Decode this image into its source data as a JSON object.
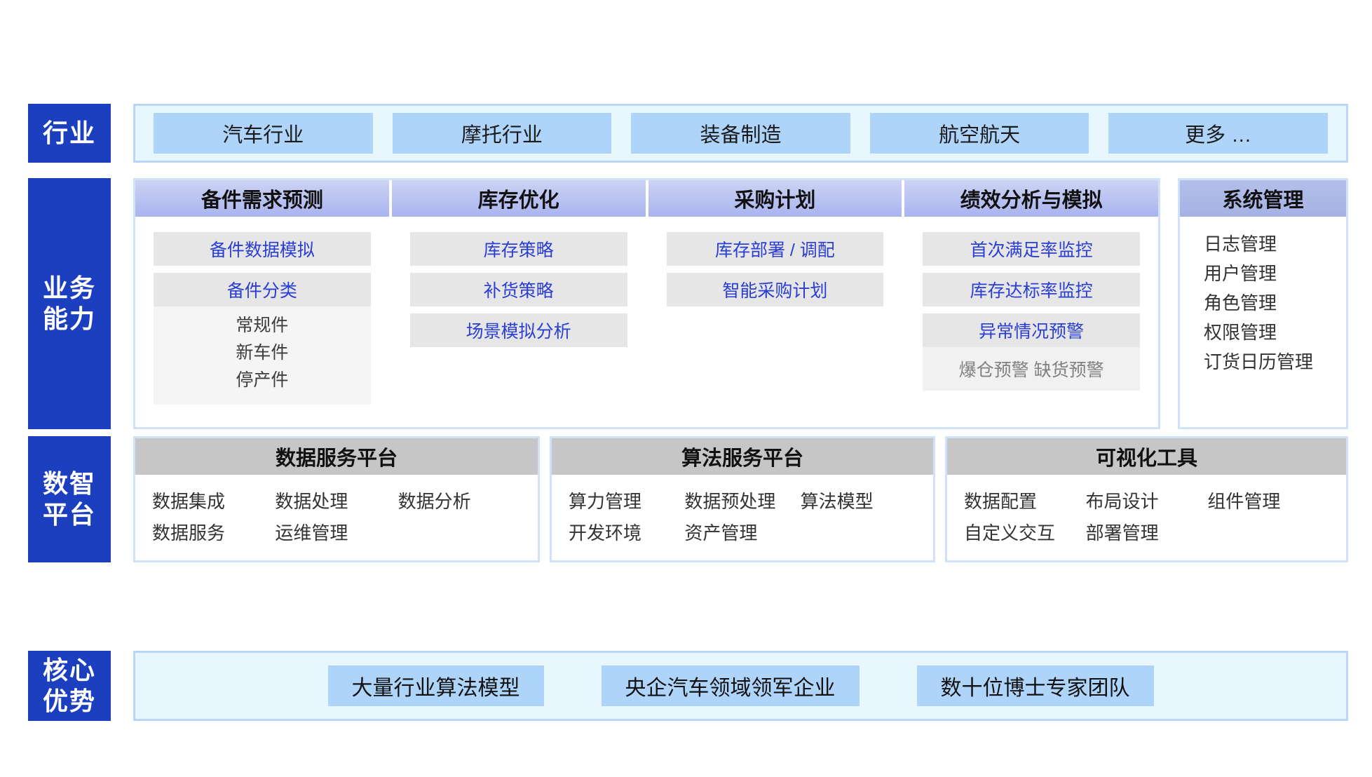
{
  "rows": {
    "industry": {
      "label_lines": [
        "行业"
      ]
    },
    "business": {
      "label_lines": [
        "业务",
        "能力"
      ]
    },
    "platform": {
      "label_lines": [
        "数智",
        "平台"
      ]
    },
    "advantage": {
      "label_lines": [
        "核心",
        "优势"
      ]
    }
  },
  "industry": {
    "chips": [
      "汽车行业",
      "摩托行业",
      "装备制造",
      "航空航天",
      "更多 …"
    ]
  },
  "business": {
    "columns": [
      {
        "title": "备件需求预测",
        "caps": [
          "备件数据模拟"
        ],
        "sub_head": "备件分类",
        "sub_items": [
          "常规件",
          "新车件",
          "停产件"
        ]
      },
      {
        "title": "库存优化",
        "caps": [
          "库存策略",
          "补货策略",
          "场景模拟分析"
        ]
      },
      {
        "title": "采购计划",
        "caps": [
          "库存部署 / 调配",
          "智能采购计划"
        ]
      },
      {
        "title": "绩效分析与模拟",
        "caps": [
          "首次满足率监控",
          "库存达标率监控",
          "异常情况预警"
        ],
        "muted": "爆仓预警 缺货预警"
      }
    ],
    "system": {
      "title": "系统管理",
      "items": [
        "日志管理",
        "用户管理",
        "角色管理",
        "权限管理",
        "订货日历管理"
      ]
    }
  },
  "platform": {
    "boxes": [
      {
        "title": "数据服务平台",
        "row1": [
          "数据集成",
          "数据处理",
          "数据分析"
        ],
        "row2": [
          "数据服务",
          "运维管理",
          ""
        ]
      },
      {
        "title": "算法服务平台",
        "row1": [
          "算力管理",
          "数据预处理",
          "算法模型"
        ],
        "row2": [
          "开发环境",
          "资产管理",
          ""
        ]
      },
      {
        "title": "可视化工具",
        "row1": [
          "数据配置",
          "布局设计",
          "组件管理"
        ],
        "row2": [
          "自定义交互",
          "部署管理",
          ""
        ]
      }
    ]
  },
  "advantage": {
    "chips": [
      "大量行业算法模型",
      "央企汽车领域领军企业",
      "数十位博士专家团队"
    ]
  },
  "colors": {
    "label_blue": "#1b3fbe",
    "band_bg": "#e8f7fd",
    "band_border": "#b9d7f5",
    "chip_blue": "#aed4fa",
    "cap_gray": "#e6e6e6",
    "cap_text_blue": "#2a3ed4",
    "plat_head_gray": "#c6c6c6",
    "panel_border": "#cfe2f8"
  }
}
